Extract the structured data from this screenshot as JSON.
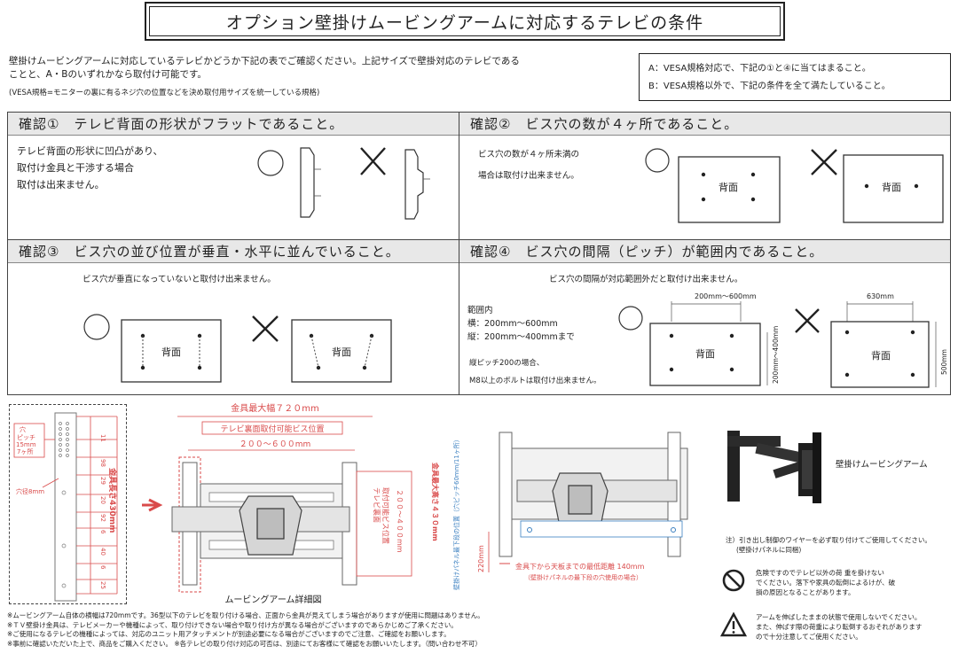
{
  "title": "オプション壁掛けムービングアームに対応するテレビの条件",
  "intro": {
    "line1": "壁掛けムービングアームに対応しているテレビかどうか下記の表でご確認ください。上記サイズで壁掛対応のテレビである",
    "line2": "ことと、A・Bのいずれかなら取付け可能です。",
    "note": "(VESA規格=モニターの裏に有るネジ穴の位置などを決め取付用サイズを統一している規格)"
  },
  "conditions": {
    "a": "A：VESA規格対応で、下記の①と④に当てはまること。",
    "b": "B：VESA規格以外で、下記の条件を全て満たしていること。"
  },
  "check1": {
    "header": "確認①　テレビ背面の形状がフラットであること。",
    "line1": "テレビ背面の形状に凹凸があり、",
    "line2": "取付け金具と干渉する場合",
    "line3": "取付は出来ません。"
  },
  "check2": {
    "header": "確認②　ビス穴の数が４ヶ所であること。",
    "line1": "ビス穴の数が４ヶ所未満の",
    "line2": "場合は取付け出来ません。",
    "back_label": "背面"
  },
  "check3": {
    "header": "確認③　ビス穴の並び位置が垂直・水平に並んでいること。",
    "text": "ビス穴が垂直になっていないと取付け出来ません。",
    "back_label": "背面"
  },
  "check4": {
    "header": "確認④　ビス穴の間隔（ピッチ）が範囲内であること。",
    "text": "ビス穴の間隔が対応範囲外だと取付け出来ません。",
    "range_title": "範囲内",
    "range_h": "横：200mm～600mm",
    "range_v": "縦：200mm～400mmまで",
    "note1": "縦ピッチ200の場合、",
    "note2": "M8以上のボルトは取付け出来ません。",
    "dim_h_ok": "200mm～600mm",
    "dim_v_ok": "200mm～400mm",
    "dim_h_ng": "630mm",
    "dim_v_ng": "500mm",
    "back_label": "背面"
  },
  "diagram": {
    "hole_pitch_1": "穴",
    "hole_pitch_2": "ピッチ",
    "hole_pitch_3": "15mm",
    "hole_pitch_4": "7ヶ所",
    "hole_dia": "穴径8mm",
    "ruler_nums": [
      "11",
      "98",
      "29",
      "20",
      "92",
      "6",
      "40",
      "6",
      "25"
    ],
    "ruler_label": "金具長さ430mm",
    "max_width": "金具最大幅７２０mm",
    "screw_pos": "テレビ裏面取付可能ビス位置",
    "screw_range": "２００～６００mm",
    "vert_label_1": "テレビ裏面",
    "vert_label_2": "取付可能ビス位置",
    "vert_range": "２００～４００mm",
    "max_height": "金具最大高さ４３０mm",
    "caption": "ムービングアーム詳細図",
    "panel_dim": "220mm",
    "panel_vert": "壁掛けパネル最下段の位置（穴ピッチ60mm/11ヶ所）",
    "min_dist": "金具下から天板までの最低距離 140mm",
    "min_dist_note": "（壁掛けパネルの最下段の穴使用の場合）",
    "product_label": "壁掛けムービングアーム"
  },
  "notes": {
    "wire": "注）引き出し制御のワイヤーを必ず取り付けてご使用してください。",
    "wire2": "(壁掛けパネルに同梱)",
    "danger1": "危険ですのでテレビ以外の荷 重を掛けない",
    "danger2": "でください。落下や家具の転倒によるけが、破",
    "danger3": "損の原因となることがあります。",
    "caution1": "アームを伸ばしたままの状態で使用しないでください。",
    "caution2": "また、伸ばす際の荷重により転倒するおそれがあります",
    "caution3": "ので十分注意してご使用ください。"
  },
  "footnotes": [
    "※ムービングアーム自体の横幅は720mmです。36型以下のテレビを取り付ける場合、正面から金具が見えてしまう場合がありますが使用に問題はありません。",
    "※ＴＶ壁掛け金具は、テレビメーカーや機種によって、取り付けできない場合や取り付け方が異なる場合がございますのであらかじめご了承ください。",
    "※ご使用になるテレビの機種によっては、対応のユニット用アタッチメントが別途必要になる場合がございますのでご注意、ご確認をお願いします。",
    "※事前に確認いただいた上で、商品をご購入ください。 ※各テレビの取り付け対応の可否は、別途にてお客様にて確認をお願いいたします。（問い合わせ不可）"
  ],
  "colors": {
    "accent_red": "#d94a4a",
    "accent_blue": "#3a7fc0",
    "header_bg": "#e8e8e8"
  }
}
